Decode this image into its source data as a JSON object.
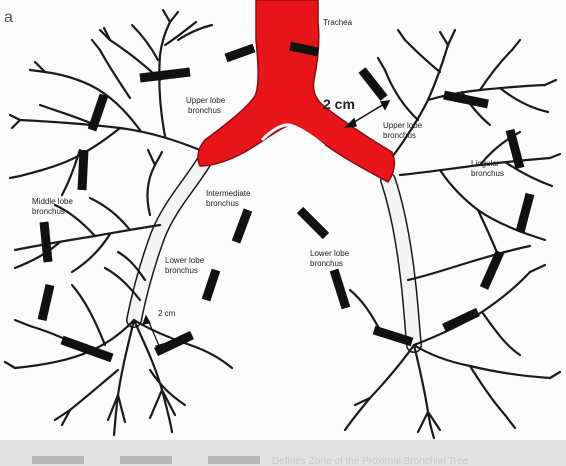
{
  "panel_letter": "a",
  "labels": {
    "trachea": "Trachea",
    "upper_left_1": "Upper lobe",
    "upper_left_2": "bronchus",
    "upper_right_1": "Upper lobe",
    "upper_right_2": "bronchus",
    "lingular_1": "Lingular",
    "lingular_2": "bronchus",
    "middle_1": "Middle lobe",
    "middle_2": "bronchus",
    "intermediate_1": "Intermediate",
    "intermediate_2": "bronchus",
    "lower_left_1": "Lower lobe",
    "lower_left_2": "bronchus",
    "lower_right_1": "Lower lobe",
    "lower_right_2": "bronchus",
    "measure_top": "2 cm",
    "measure_bottom": "2 cm"
  },
  "caption": "Defines Zone of the Proximal Bronchial Tree",
  "colors": {
    "airway_highlight": "#e8161b",
    "zone_boundary": "#111111",
    "bronchi_fill": "#f4f4f4",
    "outline": "#1a1a1a"
  }
}
